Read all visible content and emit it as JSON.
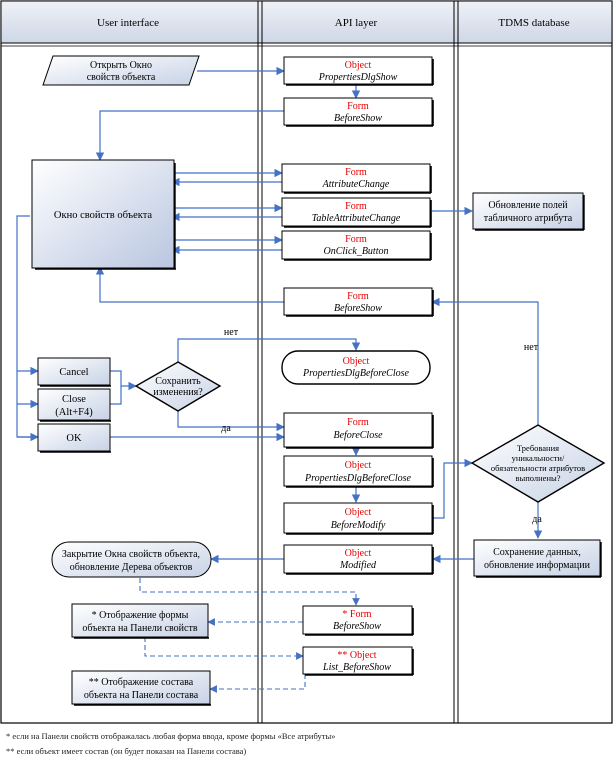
{
  "lanes": [
    "User interface",
    "API layer",
    "TDMS database"
  ],
  "ui": {
    "open_dialog": [
      "Открыть Окно",
      "свойств объекта"
    ],
    "props_window": "Окно свойств объекта",
    "cancel": "Cancel",
    "close": [
      "Close",
      "(Alt+F4)"
    ],
    "ok": "OK",
    "save_question": [
      "Сохранить",
      "изменения?"
    ],
    "closing": [
      "Закрытие Окна свойств объекта,",
      "обновление Дерева объектов"
    ],
    "show_form": [
      "* Отображение формы",
      "объекта на Панели свойств"
    ],
    "show_composition": [
      "** Отображение состава",
      "объекта на Панели состава"
    ]
  },
  "api": [
    {
      "type": "Object",
      "name": "PropertiesDlgShow"
    },
    {
      "type": "Form",
      "name": "BeforeShow"
    },
    {
      "type": "Form",
      "name": "AttributeChange"
    },
    {
      "type": "Form",
      "name": "TableAttributeChange"
    },
    {
      "type": "Form",
      "name": "OnClick_Button"
    },
    {
      "type": "Form",
      "name": "BeforeShow"
    },
    {
      "type": "Object",
      "name": "PropertiesDlgBeforeClose"
    },
    {
      "type": "Form",
      "name": "BeforeClose"
    },
    {
      "type": "Object",
      "name": "PropertiesDlgBeforeClose"
    },
    {
      "type": "Object",
      "name": "BeforeModify"
    },
    {
      "type": "Object",
      "name": "Modified"
    },
    {
      "type": "* Form",
      "name": "BeforeShow"
    },
    {
      "type": "** Object",
      "name": "List_BeforeShow"
    }
  ],
  "db": {
    "update_fields": [
      "Обновление полей",
      "табличного атрибута"
    ],
    "requirements": [
      "Требования",
      "уникальности/",
      "обязательности атрибутов",
      "выполнены?"
    ],
    "save_data": [
      "Сохранение данных,",
      "обновление информации"
    ]
  },
  "edge_labels": {
    "no_top": "нет",
    "yes_left": "да",
    "no_right": "нет",
    "yes_bottom": "да"
  },
  "footnotes": [
    "*    если на Панели свойств отображалась любая форма ввода, кроме формы «Все атрибуты»",
    "**  если объект имеет состав (он будет показан на Панели состава)"
  ],
  "colors": {
    "accent_blue": "#4472c4",
    "event_red": "#e60000",
    "box_fill": "#dbe3f0",
    "header_fill": "#dfe5ef"
  }
}
